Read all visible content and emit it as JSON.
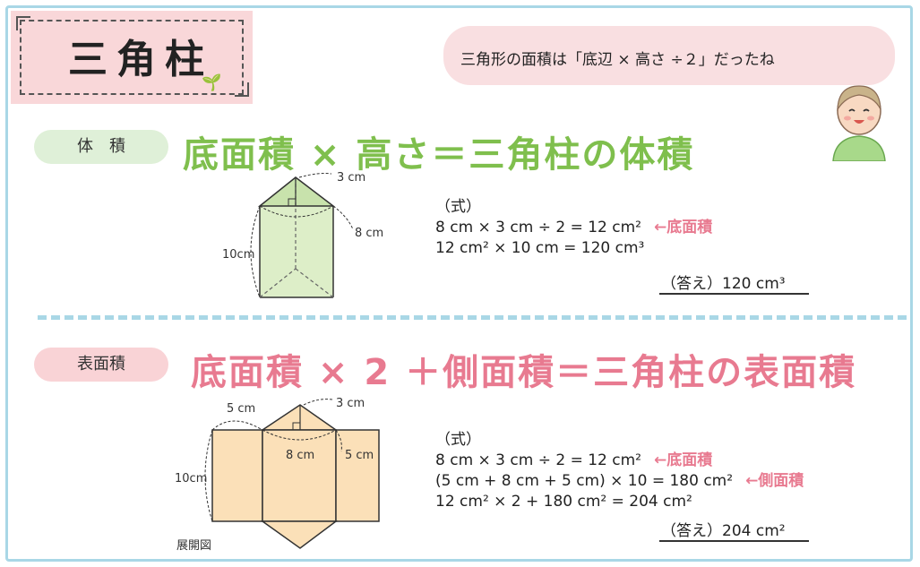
{
  "title": "三角柱",
  "bubble": "三角形の面積は「底辺 × 高さ ÷２」だったね",
  "colors": {
    "green": "#7fbf4d",
    "pink": "#e87a90",
    "frame": "#a9d7e6"
  },
  "volume": {
    "pill": "体　積",
    "formula": "底面積 × 高さ＝三角柱の体積",
    "labels": {
      "top": "3 cm",
      "side": "8 cm",
      "height": "10cm"
    },
    "calc_header": "（式）",
    "line1": "8 cm × 3 cm ÷ 2 = 12 cm²",
    "line1_note": "←底面積",
    "line2": "12 cm² × 10 cm = 120 cm³",
    "answer": "（答え）120 cm³"
  },
  "surface": {
    "pill": "表面積",
    "formula": "底面積 × 2 ＋側面積＝三角柱の表面積",
    "labels": {
      "top": "3 cm",
      "left_edge": "5 cm",
      "middle": "8 cm",
      "right_edge": "5 cm",
      "height": "10cm"
    },
    "net_caption": "展開図",
    "calc_header": "（式）",
    "line1": "8 cm × 3 cm ÷ 2 = 12 cm²",
    "line1_note": "←底面積",
    "line2": "(5 cm + 8 cm + 5 cm) × 10 = 180 cm²",
    "line2_note": "←側面積",
    "line3": "12 cm² × 2 + 180 cm² = 204 cm²",
    "answer": "（答え）204 cm²"
  }
}
